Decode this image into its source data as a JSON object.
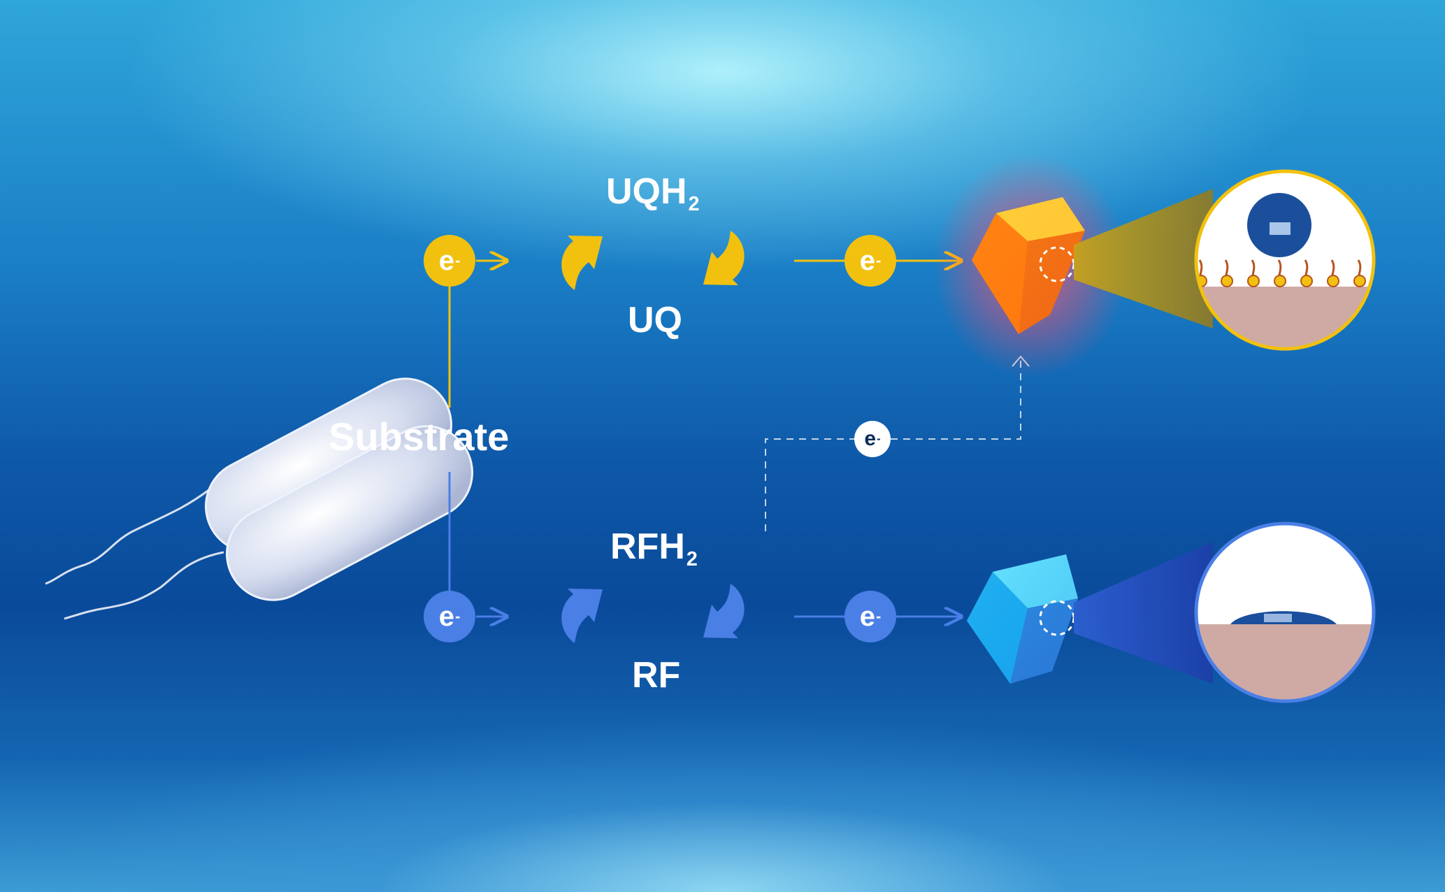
{
  "labels": {
    "substrate": "Substrate",
    "uqh2_main": "UQH",
    "uqh2_sub": "2",
    "uq": "UQ",
    "rfh2_main": "RFH",
    "rfh2_sub": "2",
    "rf": "RF",
    "electron_main": "e",
    "electron_sup": "-"
  },
  "colors": {
    "yellow_path": "#f2c10f",
    "blue_path": "#4a7fe6",
    "dashed_path": "#ffffff",
    "orange_crystal": "#f0731a",
    "cyan_crystal": "#1fa9e8",
    "substrate_surface": "#cfaaa4"
  }
}
